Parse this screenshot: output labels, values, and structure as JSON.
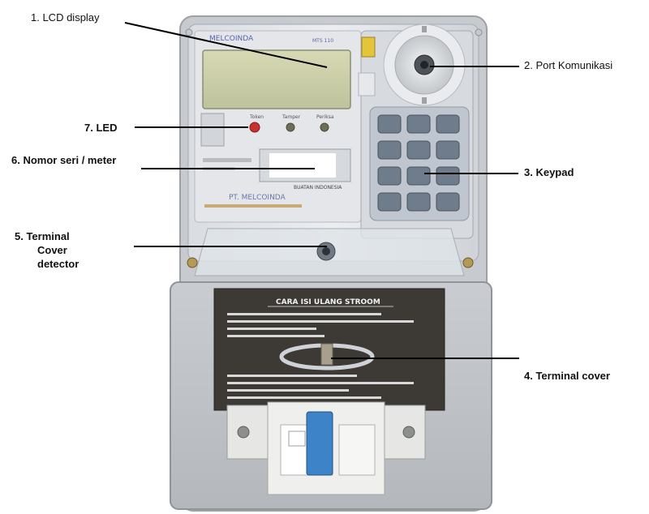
{
  "labels": {
    "lcd_display": "1.   LCD display",
    "port_komunikasi": "2. Port Komunikasi",
    "keypad": "3. Keypad",
    "terminal_cover": "4. Terminal cover",
    "terminal_cover_detector": [
      "5. Terminal",
      "Cover",
      "detector"
    ],
    "nomor_seri": "6. Nomor seri / meter",
    "led": "7. LED"
  },
  "meter": {
    "brand": "MELCOINDA",
    "company": "PT. MELCOINDA",
    "model": "MTS 110",
    "made_in": "BUATAN INDONESIA",
    "led_labels": [
      "Token",
      "Tamper",
      "Periksa"
    ],
    "instruction_title": "CARA ISI ULANG STROOM"
  },
  "colors": {
    "leader_line": "#000000",
    "led_red": "#c8322e",
    "breaker_blue": "#3d83c8"
  }
}
